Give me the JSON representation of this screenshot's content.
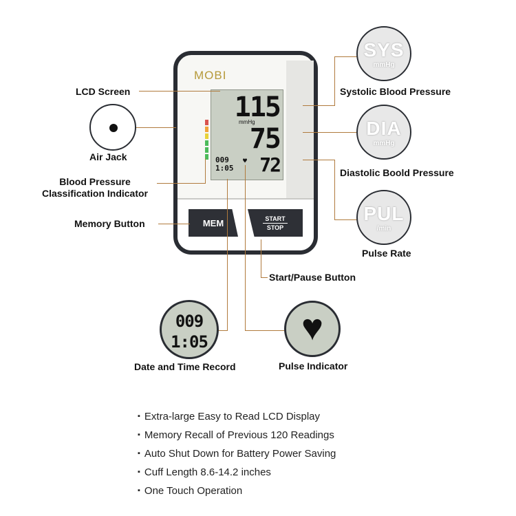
{
  "brand": "MOBI",
  "display": {
    "systolic": "115",
    "unit": "mmHg",
    "diastolic": "75",
    "pulse": "72",
    "mem_no": "009",
    "time": "1:05"
  },
  "buttons": {
    "mem": "MEM",
    "start": "START",
    "stop": "STOP"
  },
  "labels": {
    "lcd_screen": "LCD Screen",
    "air_jack": "Air Jack",
    "bp_class_1": "Blood Pressure",
    "bp_class_2": "Classification Indicator",
    "memory_button": "Memory Button",
    "systolic": "Systolic Blood Pressure",
    "diastolic": "Diastolic Boold Pressure",
    "pulse_rate": "Pulse Rate",
    "start_pause": "Start/Pause Button",
    "date_time": "Date and Time Record",
    "pulse_indicator": "Pulse Indicator"
  },
  "circles": {
    "sys_big": "SYS",
    "sys_small": "mmHg",
    "dia_big": "DIA",
    "dia_small": "mmHg",
    "pul_big": "PUL",
    "pul_small": "/min",
    "record_top": "009",
    "record_bottom": "1:05"
  },
  "features": [
    "Extra-large Easy to Read LCD Display",
    "Memory Recall of Previous 120 Readings",
    "Auto Shut Down for Battery Power Saving",
    "Cuff Length 8.6-14.2 inches",
    "One Touch Operation"
  ],
  "colors": {
    "leader_line": "#b07a3c",
    "lcd": "#c9cfc4",
    "device_frame": "#2a2d33"
  }
}
